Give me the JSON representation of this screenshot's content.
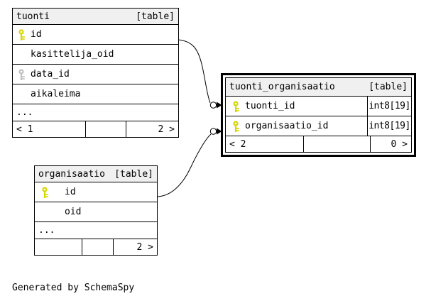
{
  "diagram": {
    "generator_note": "Generated by SchemaSpy",
    "colors": {
      "header_bg": "#f0f0f0",
      "border": "#000000",
      "primary_key": "#d6d600",
      "foreign_key": "#c0c0c0"
    }
  },
  "tables": [
    {
      "title": "tuonti",
      "type_label": "[table]",
      "columns": [
        {
          "name": "id",
          "key": "primary"
        },
        {
          "name": "kasittelija_oid",
          "key": "none"
        },
        {
          "name": "data_id",
          "key": "foreign"
        },
        {
          "name": "aikaleima",
          "key": "none"
        }
      ],
      "ellipsis": "...",
      "footer": {
        "left": "< 1",
        "middle": "",
        "right": "2 >"
      }
    },
    {
      "title": "tuonti_organisaatio",
      "type_label": "[table]",
      "columns": [
        {
          "name": "tuonti_id",
          "key": "primary",
          "datatype": "int8[19]"
        },
        {
          "name": "organisaatio_id",
          "key": "primary",
          "datatype": "int8[19]"
        }
      ],
      "footer": {
        "left": "< 2",
        "middle": "",
        "right": "0 >"
      }
    },
    {
      "title": "organisaatio",
      "type_label": "[table]",
      "columns": [
        {
          "name": "id",
          "key": "primary"
        },
        {
          "name": "oid",
          "key": "none"
        }
      ],
      "ellipsis": "...",
      "footer": {
        "left": "",
        "middle": "",
        "right": "2 >"
      }
    }
  ]
}
